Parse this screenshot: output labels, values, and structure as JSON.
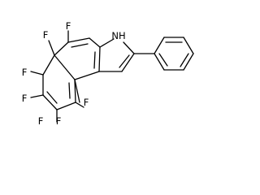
{
  "molecule": {
    "atoms": {
      "f1": "F",
      "f2": "F",
      "f3": "F",
      "f4": "F",
      "f5": "F",
      "f6": "F",
      "f7": "F",
      "nh": "NH"
    }
  }
}
